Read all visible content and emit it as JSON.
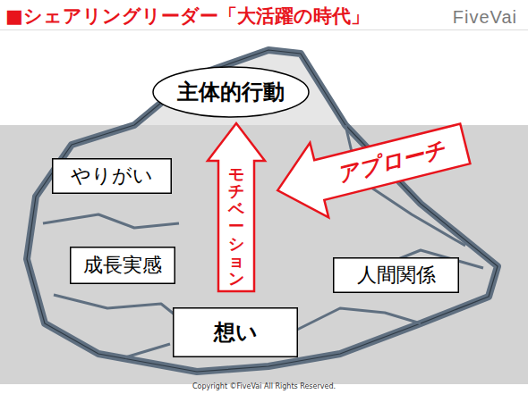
{
  "diagram": {
    "title": "■シェアリングリーダー「大活躍の時代」",
    "nodes": [
      {
        "text": [
          "主体的行動"
        ]
      },
      {
        "text": [
          "モチベーション"
        ]
      },
      {
        "text": [
          "アプローチ"
        ]
      },
      {
        "text": [
          "やりがい"
        ]
      },
      {
        "text": [
          "成長実感"
        ]
      },
      {
        "text": [
          "人間関係"
        ]
      },
      {
        "text": [
          "想い"
        ]
      }
    ],
    "labels": [
      "FiveVai",
      "Copyright ©FiveVai All Rights Reserved."
    ]
  }
}
